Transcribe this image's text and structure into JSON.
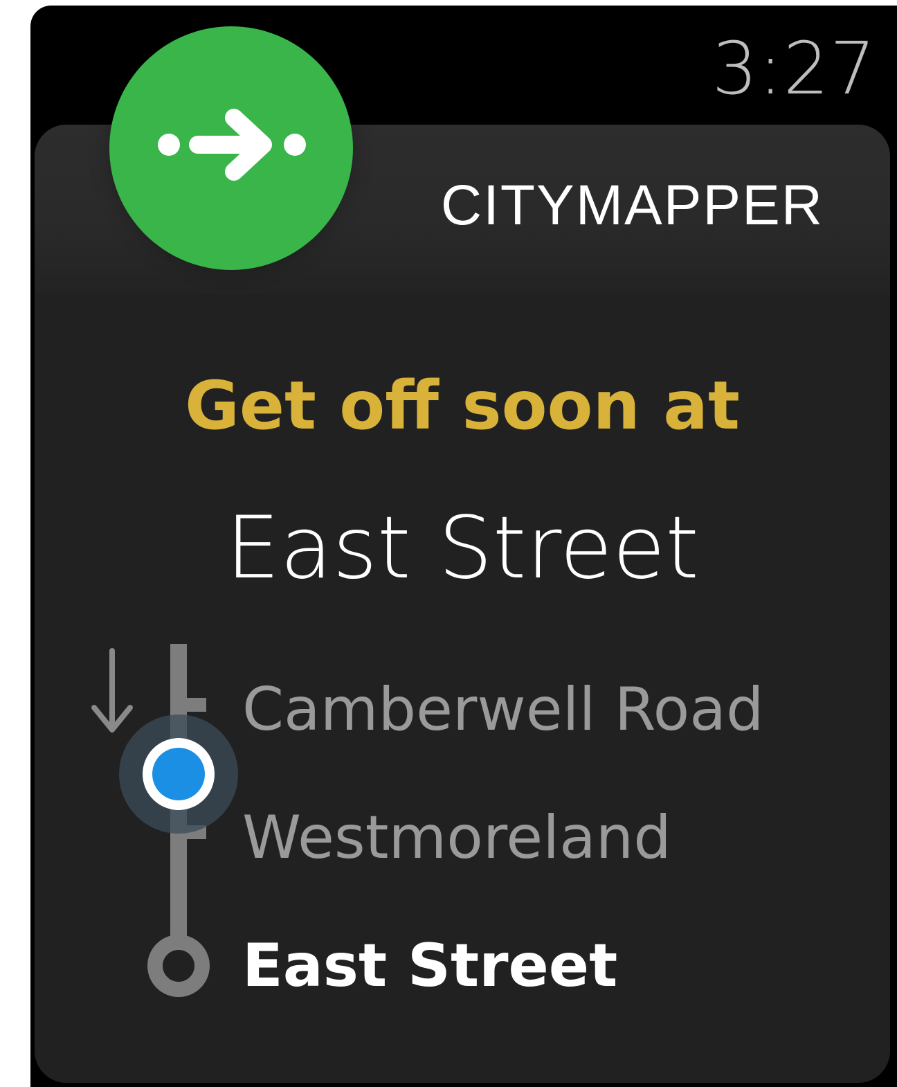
{
  "status_bar": {
    "time": "3:27"
  },
  "app": {
    "name": "CITYMAPPER",
    "icon": "arrow-right-icon",
    "brand_color": "#39b54a"
  },
  "notification": {
    "instruction": "Get off soon at",
    "instruction_color": "#d9b23a",
    "destination": "East Street"
  },
  "route": {
    "direction_icon": "arrow-down-icon",
    "current_position_color": "#1a8fe3",
    "stops": [
      {
        "name": "Camberwell Road",
        "state": "upcoming"
      },
      {
        "name": "Westmoreland",
        "state": "upcoming"
      },
      {
        "name": "East Street",
        "state": "destination"
      }
    ]
  }
}
